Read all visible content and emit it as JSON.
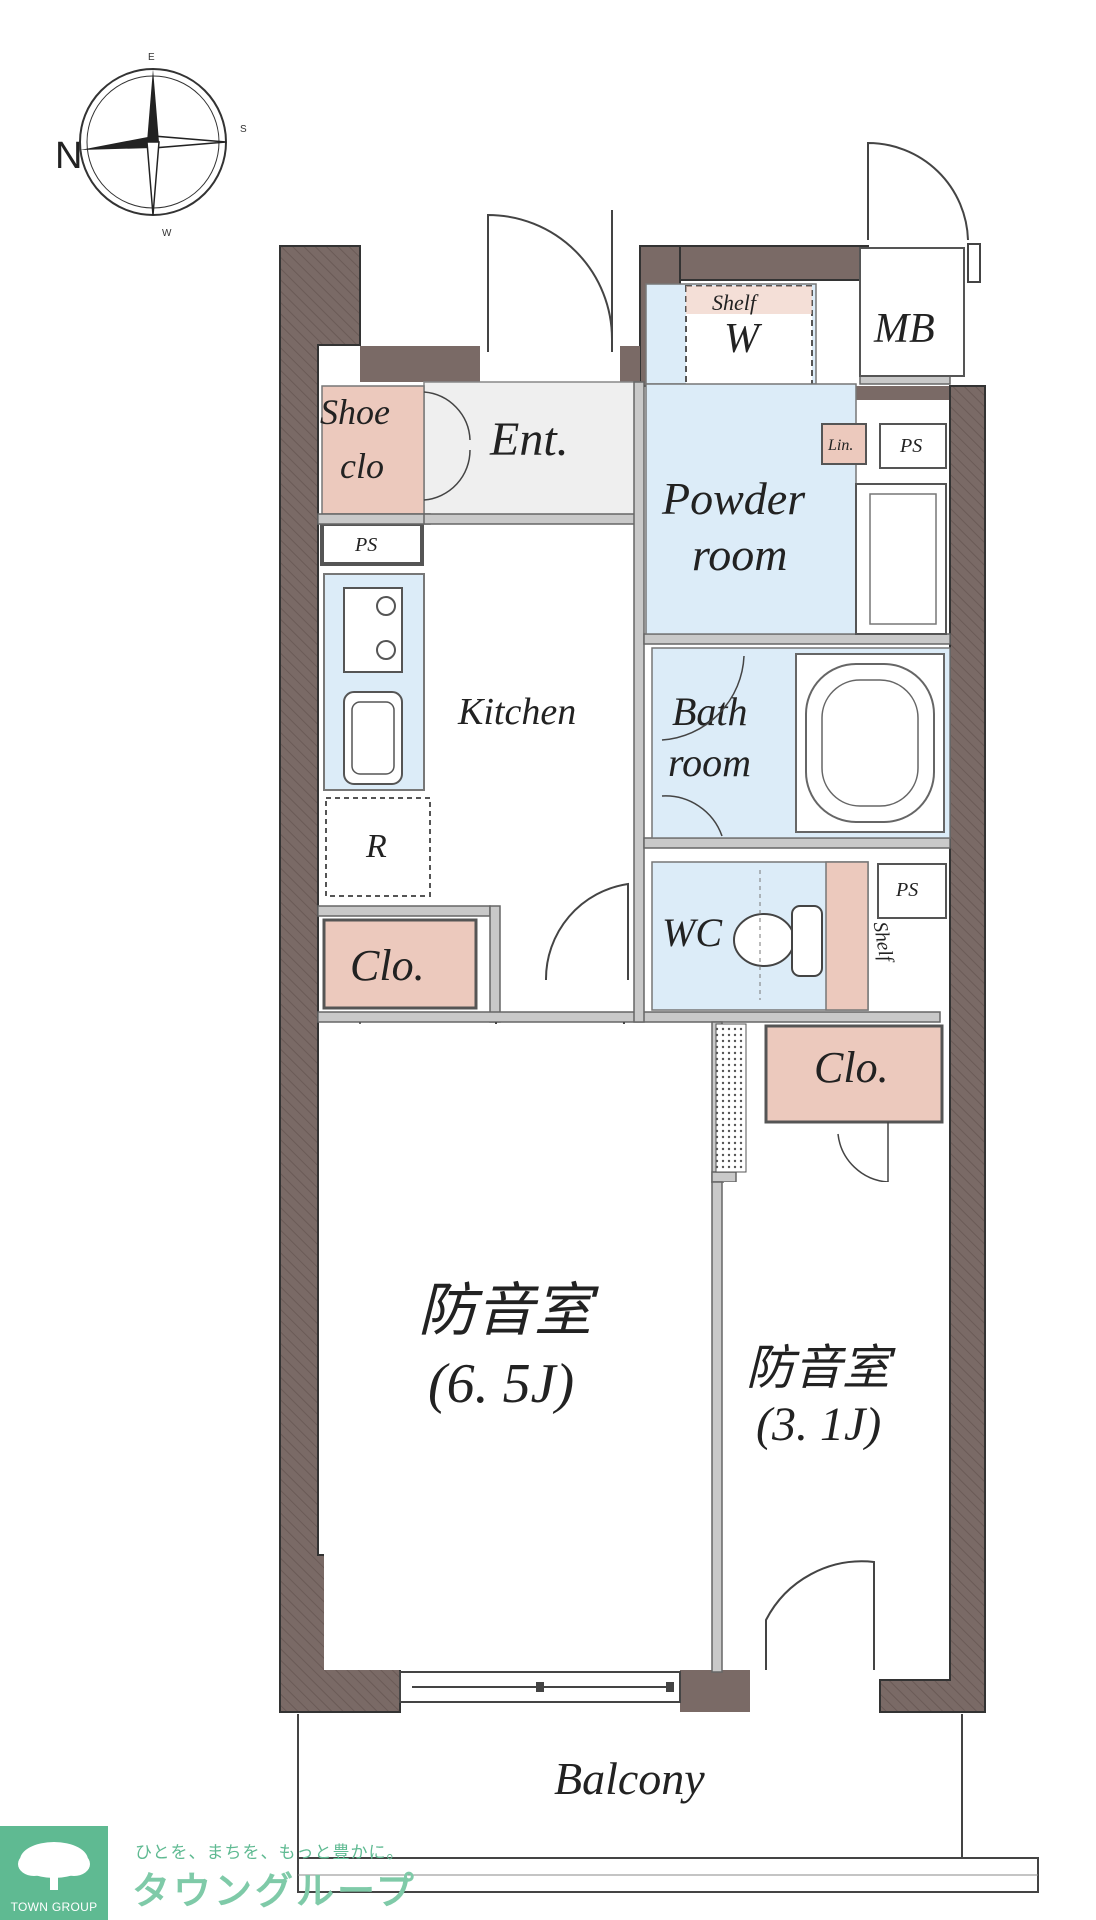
{
  "compass": {
    "north": "N",
    "south": "S",
    "east": "E",
    "west": "W"
  },
  "rooms": {
    "shoe_clo": [
      "Shoe",
      "clo"
    ],
    "entrance": "Ent.",
    "shelf_top": "Shelf",
    "washer": "W",
    "mb": "MB",
    "linen": "Lin.",
    "ps_top": "PS",
    "ps_left": "PS",
    "ps_wc": "PS",
    "powder": [
      "Powder",
      "room"
    ],
    "kitchen": "Kitchen",
    "bath": [
      "Bath",
      "room"
    ],
    "fridge": "R",
    "wc": "WC",
    "shelf_wc": "Shelf",
    "clo_left": "Clo.",
    "clo_right": "Clo.",
    "room_large": {
      "name": "防音室",
      "size": "(6. 5J)"
    },
    "room_small": {
      "name": "防音室",
      "size": "(3. 1J)"
    },
    "balcony": "Balcony"
  },
  "brand": {
    "tagline": "ひとを、まちを、もっと豊かに。",
    "name": "タウングループ",
    "logo_text": "TOWN GROUP"
  },
  "colors": {
    "wall": "#7a6a66",
    "closet": "#ecc9bd",
    "wet": "#dcecf8",
    "entrance": "#efefef",
    "brand_green": "#5fba92"
  }
}
